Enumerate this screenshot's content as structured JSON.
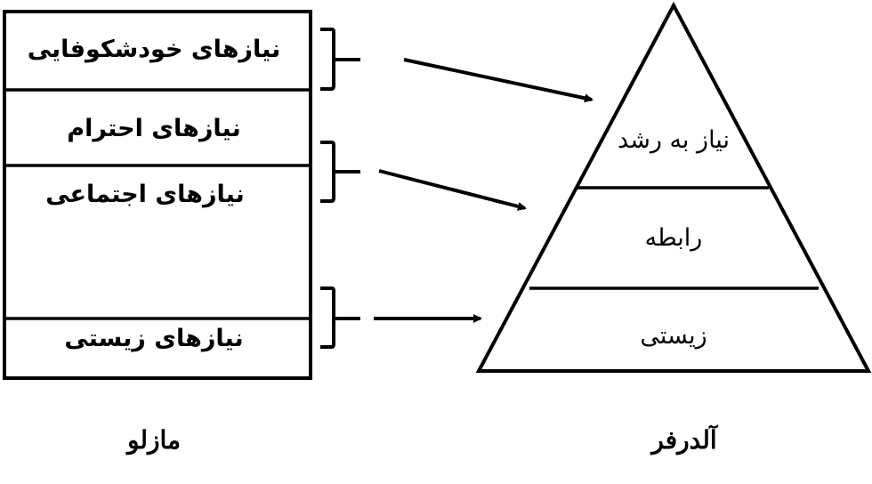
{
  "diagram": {
    "type": "needs-hierarchy-comparison",
    "colors": {
      "stroke": "#000000",
      "background": "#ffffff"
    },
    "maslow": {
      "caption": "مازلو",
      "levels": [
        {
          "id": "self-actualization",
          "label": "نیازهای خودشکوفایی"
        },
        {
          "id": "esteem",
          "label": "نیازهای احترام"
        },
        {
          "id": "social",
          "label": "نیازهای اجتماعی"
        },
        {
          "id": "physiological",
          "label": "نیازهای  زیستی"
        }
      ]
    },
    "alderfer": {
      "caption": "آلدرفر",
      "levels": [
        {
          "id": "growth",
          "label": "نیاز به رشد"
        },
        {
          "id": "relatedness",
          "label": "رابطه"
        },
        {
          "id": "existence",
          "label": "زیستی"
        }
      ]
    },
    "mappings": [
      {
        "from": [
          "self-actualization"
        ],
        "to": "growth"
      },
      {
        "from": [
          "esteem",
          "social"
        ],
        "to": "relatedness"
      },
      {
        "from": [
          "physiological"
        ],
        "to": "existence"
      }
    ]
  }
}
